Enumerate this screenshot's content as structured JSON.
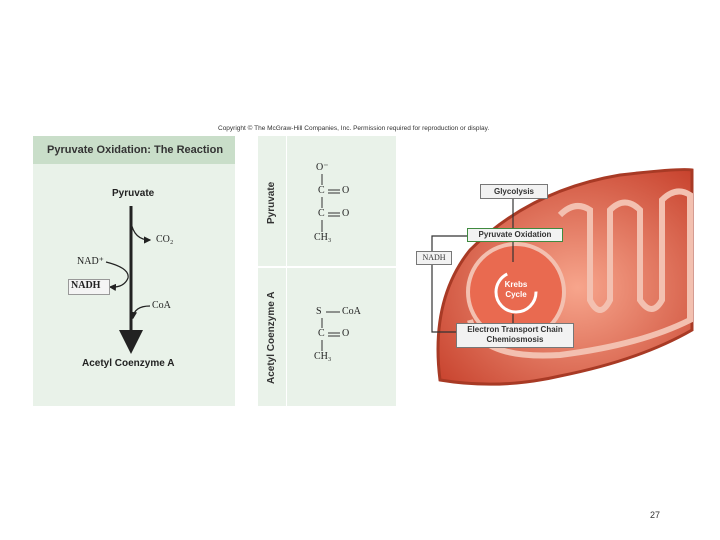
{
  "copyright": "Copyright © The McGraw-Hill Companies, Inc. Permission required for reproduction or display.",
  "left_panel": {
    "title": "Pyruvate Oxidation: The Reaction",
    "pyruvate": "Pyruvate",
    "co2": "CO₂",
    "nad": "NAD⁺",
    "nadh": "NADH",
    "coa": "CoA",
    "product": "Acetyl Coenzyme A"
  },
  "structures": {
    "top_label": "Pyruvate",
    "bottom_label": "Acetyl Coenzyme A",
    "top": {
      "o_minus": "O⁻",
      "c1": "C",
      "c2": "C",
      "o1": "O",
      "o2": "O",
      "ch3": "CH₃"
    },
    "bottom": {
      "s": "S",
      "coa": "CoA",
      "c": "C",
      "o": "O",
      "ch3": "CH₃"
    }
  },
  "mito": {
    "glycolysis": "Glycolysis",
    "pyruvate_oxidation": "Pyruvate Oxidation",
    "krebs": "Krebs Cycle",
    "krebs_line1": "Krebs",
    "krebs_line2": "Cycle",
    "nadh": "NADH",
    "etc_line1": "Electron Transport Chain",
    "etc_line2": "Chemiosmosis"
  },
  "page_number": "27"
}
